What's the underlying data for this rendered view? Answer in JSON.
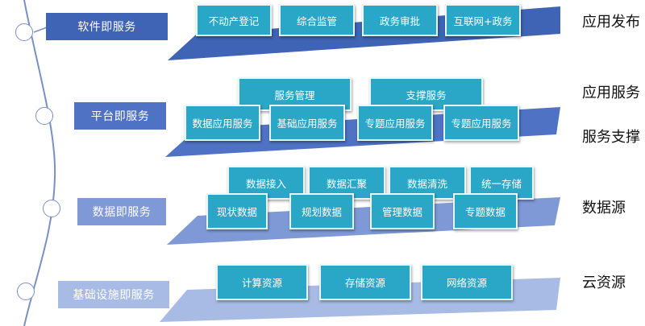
{
  "colors": {
    "layer1": "#3f63b5",
    "layer2": "#4f72c4",
    "layer3": "#7f99d6",
    "layer4": "#a8bbe5",
    "box": "#2aa6c7",
    "spine": "#7a8fc4"
  },
  "layers": [
    {
      "label": "软件即服务",
      "right": [
        "应用发布"
      ],
      "boxes": [
        "不动产登记",
        "综合监管",
        "政务审批",
        "互联网+政务"
      ]
    },
    {
      "label": "平台即服务",
      "right": [
        "应用服务",
        "服务支撑"
      ],
      "back_boxes": [
        "服务管理",
        "支撑服务"
      ],
      "boxes": [
        "数据应用服务",
        "基础应用服务",
        "专题应用服务",
        "专题应用服务"
      ]
    },
    {
      "label": "数据即服务",
      "right": [
        "数据源"
      ],
      "back_boxes": [
        "数据接入",
        "数据汇聚",
        "数据清洗",
        "统一存储"
      ],
      "boxes": [
        "现状数据",
        "规划数据",
        "管理数据",
        "专题数据"
      ]
    },
    {
      "label": "基础设施即服务",
      "right": [
        "云资源"
      ],
      "boxes": [
        "计算资源",
        "存储资源",
        "网络资源"
      ]
    }
  ]
}
